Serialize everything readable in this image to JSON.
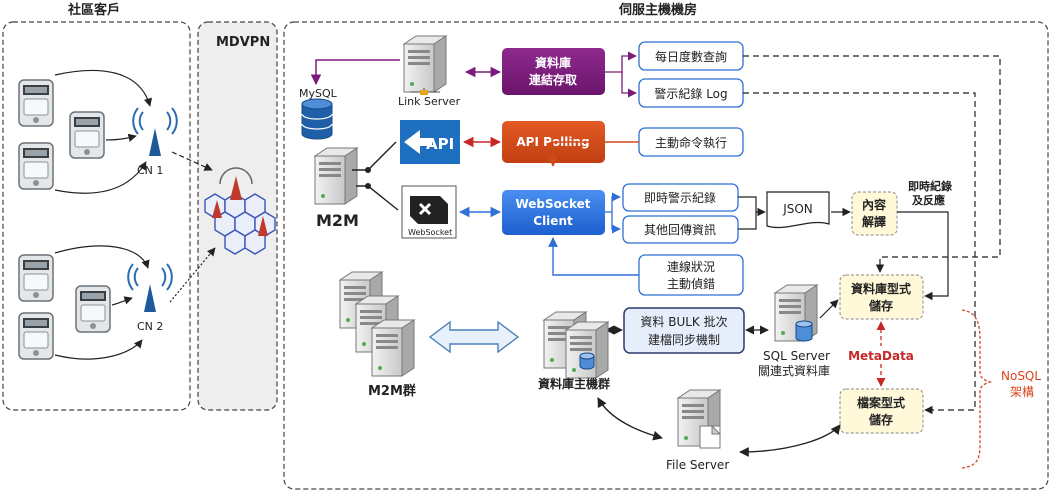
{
  "sections": {
    "community": "社區客戶",
    "mdvpn": "MDVPN",
    "server_room": "伺服主機機房"
  },
  "labels": {
    "cn1": "CN 1",
    "cn2": "CN 2",
    "mysql": "MySQL",
    "link_server": "Link Server",
    "m2m": "M2M",
    "api_logo": "API",
    "websocket_logo": "WebSocket",
    "m2m_group": "M2M群",
    "db_host_group": "資料庫主機群",
    "sql_server_line1": "SQL Server",
    "sql_server_line2": "關連式資料庫",
    "file_server": "File Server",
    "realtime_line1": "即時紀錄",
    "realtime_line2": "及反應",
    "metadata": "MetaData",
    "nosql_line1": "NoSQL",
    "nosql_line2": "架構"
  },
  "boxes": {
    "db_access_line1": "資料庫",
    "db_access_line2": "連結存取",
    "api_polling": "API Polling",
    "ws_client_line1": "WebSocket",
    "ws_client_line2": "Client",
    "daily_query": "每日度數查詢",
    "alarm_log": "警示紀錄 Log",
    "active_cmd": "主動命令執行",
    "realtime_alarm": "即時警示紀錄",
    "other_return": "其他回傳資訊",
    "conn_line1": "連線狀況",
    "conn_line2": "主動偵錯",
    "json": "JSON",
    "content_line1": "內容",
    "content_line2": "解譯",
    "bulk_line1": "資料 BULK 批次",
    "bulk_line2": "建檔同步機制",
    "dbstore_line1": "資料庫型式",
    "dbstore_line2": "儲存",
    "filestore_line1": "檔案型式",
    "filestore_line2": "儲存"
  },
  "colors": {
    "purple": "#7b1a7b",
    "orange": "#d04a1a",
    "blue": "#2f6fd6",
    "api_blue": "#1e6fc0",
    "red_arrow": "#c62828",
    "nosql_red": "#d9441c"
  }
}
